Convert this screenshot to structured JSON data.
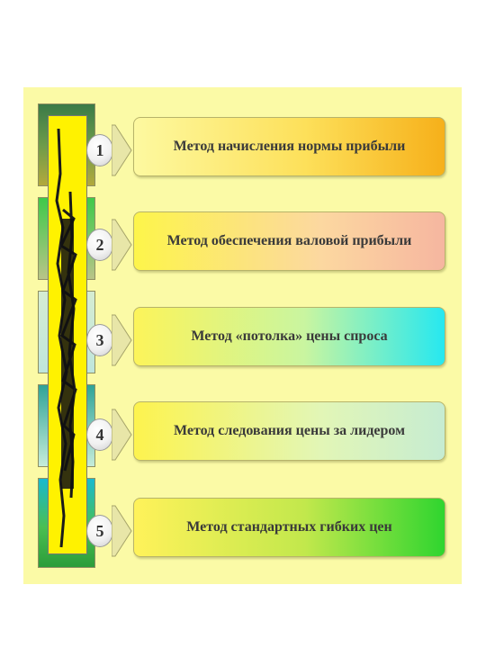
{
  "steps": [
    {
      "number": "1",
      "label": "Метод начисления нормы прибыли"
    },
    {
      "number": "2",
      "label": "Метод обеспечения валовой прибыли"
    },
    {
      "number": "3",
      "label": "Метод «потолка» цены спроса"
    },
    {
      "number": "4",
      "label": "Метод следования цены за лидером"
    },
    {
      "number": "5",
      "label": "Метод стандартных гибких цен"
    }
  ],
  "colors": {
    "slide_background": "#fbfaa6",
    "bar_inner": "#fff200",
    "text": "#3a3a3a"
  }
}
